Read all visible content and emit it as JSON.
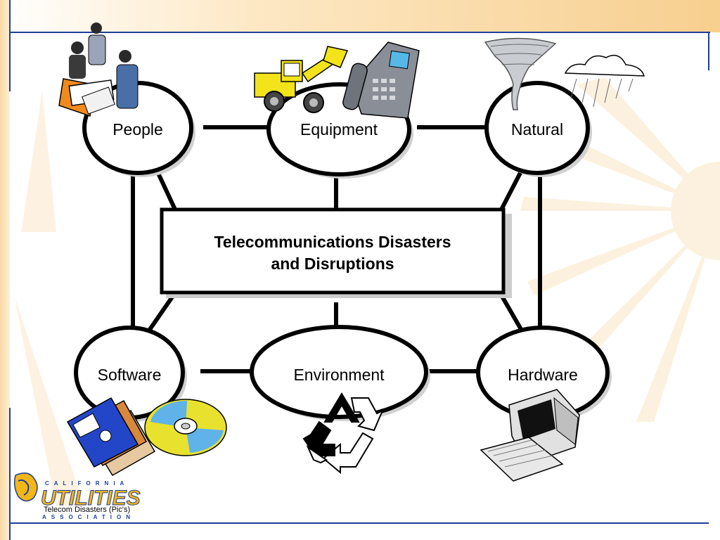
{
  "diagram": {
    "center": {
      "line1": "Telecommunications Disasters",
      "line2": "and Disruptions"
    },
    "nodes": {
      "people": "People",
      "equipment": "Equipment",
      "natural": "Natural",
      "software": "Software",
      "environment": "Environment",
      "hardware": "Hardware"
    }
  },
  "logo": {
    "top": "CALIFORNIA",
    "main": "UTILITIES",
    "bottom": "ASSOCIATION"
  },
  "footer": {
    "caption": "Telecom Disasters (Pic's)"
  },
  "colors": {
    "band": "#f9d9a2",
    "accent_rule": "#1f3f99",
    "logo_gold": "#f2b616"
  }
}
